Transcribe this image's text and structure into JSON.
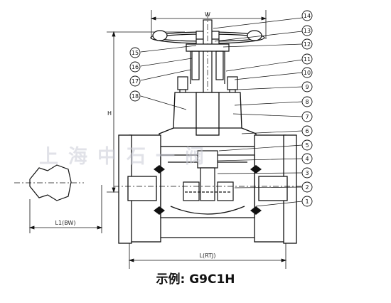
{
  "diagram": {
    "caption": "示例: G9C1H",
    "watermark": "上海中石一阀",
    "dimensions": {
      "width": "W",
      "height": "H",
      "face_to_face_rtj": "L(RTJ)",
      "face_to_face_bw": "L1(BW)"
    },
    "callouts": [
      "1",
      "2",
      "3",
      "4",
      "5",
      "6",
      "7",
      "8",
      "9",
      "10",
      "11",
      "12",
      "13",
      "14",
      "15",
      "16",
      "17",
      "18"
    ]
  }
}
